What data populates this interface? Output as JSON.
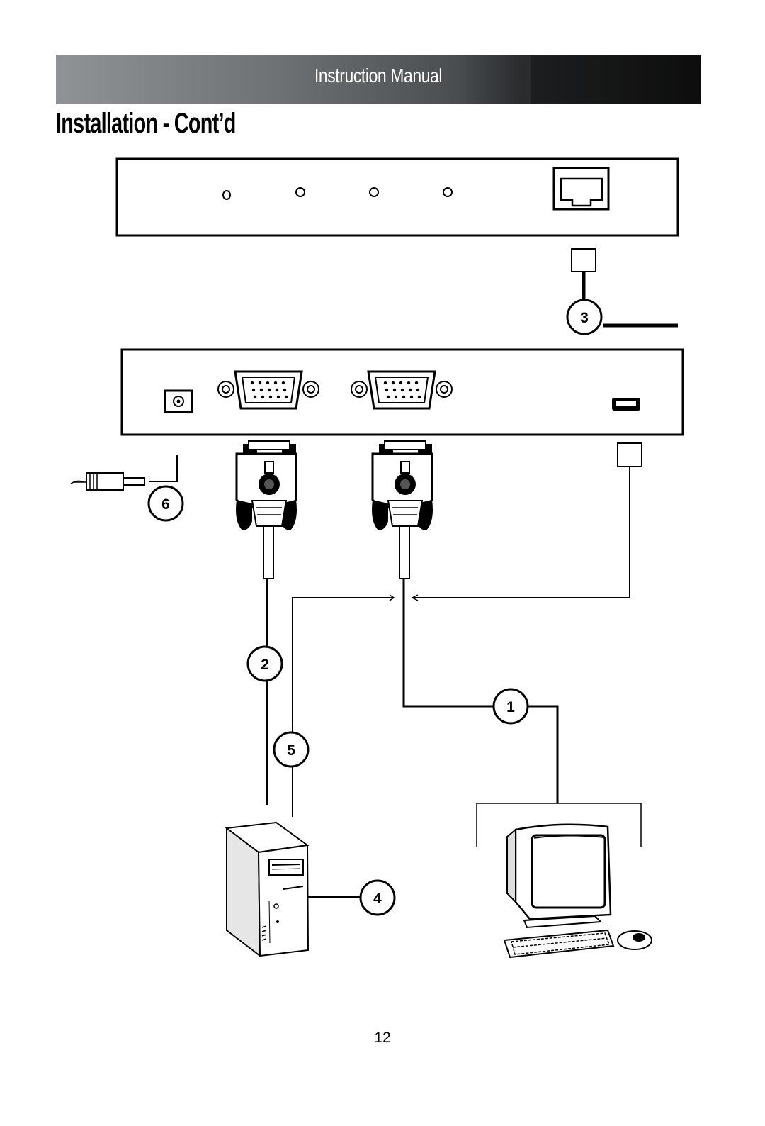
{
  "header": {
    "title": "Instruction Manual"
  },
  "section": {
    "title": "Installation - Cont’d"
  },
  "callouts": {
    "c1": "1",
    "c2": "2",
    "c3": "3",
    "c4": "4",
    "c5": "5",
    "c6": "6"
  },
  "footer": {
    "page_number": "12"
  }
}
